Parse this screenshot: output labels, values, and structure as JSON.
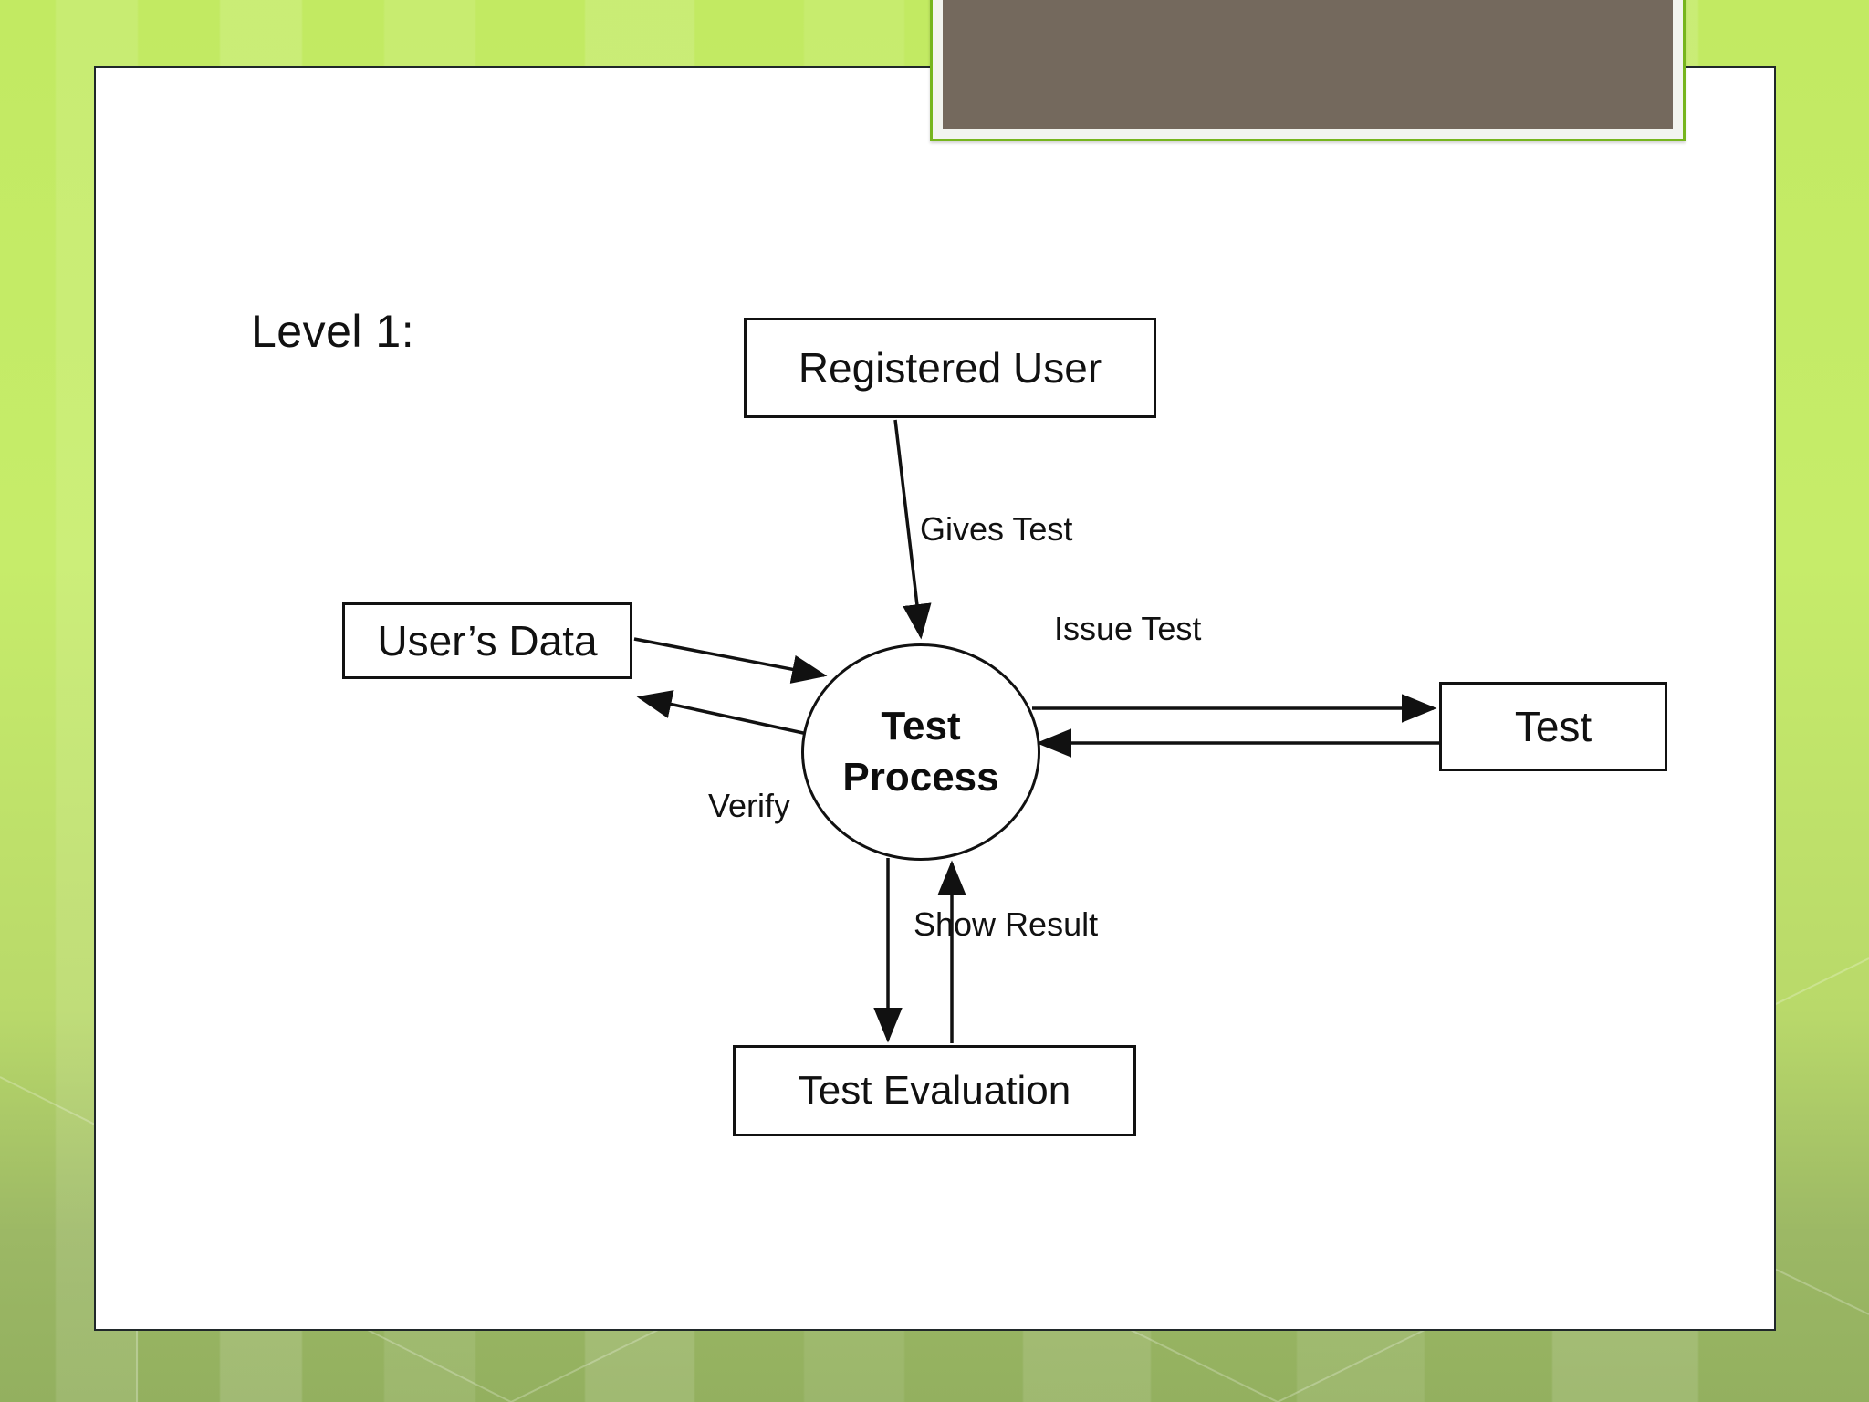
{
  "slide": {
    "title_label": "Level 1:",
    "theme": {
      "background_green_top": "#c6ec6a",
      "background_green_bottom": "#93b05f",
      "panel_background": "#ffffff",
      "panel_border": "#20282a",
      "photo_fill": "#74695d",
      "photo_frame_border": "#76b51d",
      "ink": "#111111"
    }
  },
  "decoration": {
    "photo_placeholder_name": "photo-placeholder"
  },
  "diagram": {
    "type": "data-flow-diagram",
    "level": "Level 1",
    "process": {
      "id": "test-process",
      "shape": "circle",
      "line1": "Test",
      "line2": "Process"
    },
    "entities": [
      {
        "id": "registered-user",
        "label": "Registered User",
        "shape": "rectangle"
      },
      {
        "id": "users-data",
        "label": "User’s Data",
        "shape": "rectangle"
      },
      {
        "id": "test",
        "label": "Test",
        "shape": "rectangle"
      },
      {
        "id": "test-evaluation",
        "label": "Test Evaluation",
        "shape": "rectangle"
      }
    ],
    "flows": [
      {
        "id": "gives-test",
        "label": "Gives Test",
        "from": "registered-user",
        "to": "test-process",
        "direction": "down"
      },
      {
        "id": "store-data",
        "label": "",
        "from": "test-process",
        "to": "users-data",
        "direction": "left"
      },
      {
        "id": "verify",
        "label": "Verify",
        "from": "users-data",
        "to": "test-process",
        "direction": "right"
      },
      {
        "id": "issue-test",
        "label": "Issue Test",
        "from": "test-process",
        "to": "test",
        "direction": "right"
      },
      {
        "id": "return-test",
        "label": "",
        "from": "test",
        "to": "test-process",
        "direction": "left"
      },
      {
        "id": "evaluate",
        "label": "",
        "from": "test-process",
        "to": "test-evaluation",
        "direction": "down"
      },
      {
        "id": "show-result",
        "label": "Show Result",
        "from": "test-evaluation",
        "to": "test-process",
        "direction": "up"
      }
    ]
  }
}
